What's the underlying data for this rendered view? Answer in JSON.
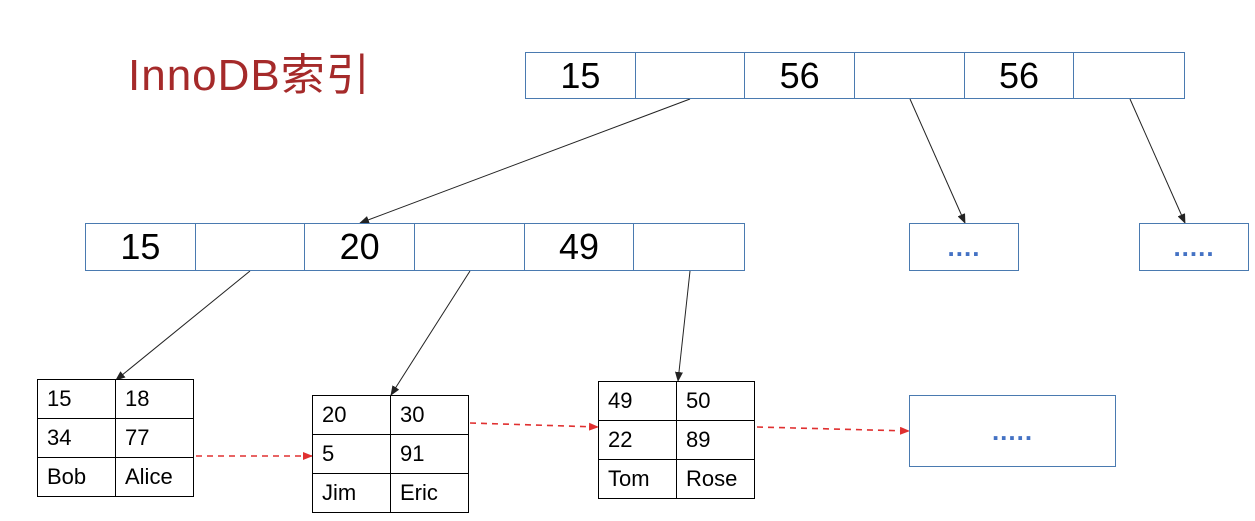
{
  "title": "InnoDB索引",
  "root": {
    "keys": [
      "15",
      "",
      "56",
      "",
      "56",
      ""
    ]
  },
  "level2": {
    "left": {
      "keys": [
        "15",
        "",
        "20",
        "",
        "49",
        ""
      ]
    },
    "mid": {
      "label": "...."
    },
    "right": {
      "label": "....."
    }
  },
  "leaves": [
    {
      "rows": [
        [
          "15",
          "18"
        ],
        [
          "34",
          "77"
        ],
        [
          "Bob",
          "Alice"
        ]
      ]
    },
    {
      "rows": [
        [
          "20",
          "30"
        ],
        [
          "5",
          "91"
        ],
        [
          "Jim",
          "Eric"
        ]
      ]
    },
    {
      "rows": [
        [
          "49",
          "50"
        ],
        [
          "22",
          "89"
        ],
        [
          "Tom",
          "Rose"
        ]
      ]
    }
  ],
  "leaf_more": {
    "label": "....."
  },
  "colors": {
    "title": "#a52a2a",
    "node_border": "#4a7ab0",
    "dots": "#4472c4",
    "leaf_link": "#e03030",
    "arrow": "#222222"
  }
}
